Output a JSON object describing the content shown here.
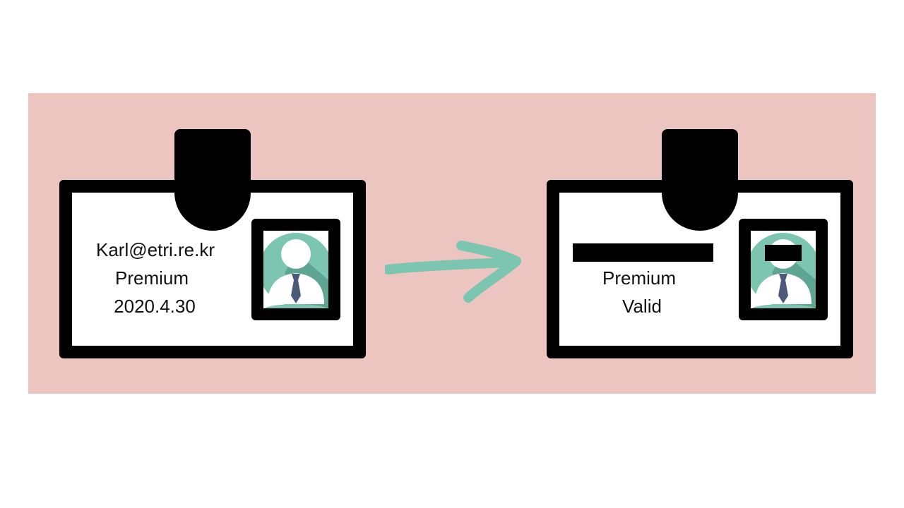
{
  "colors": {
    "panel_background": "#ecc5c1",
    "card_stroke": "#000000",
    "card_fill": "#ffffff",
    "avatar_accent": "#7cc5b1",
    "avatar_shadow": "#5fa594",
    "avatar_body": "#ffffff",
    "tie": "#4a5a78",
    "arrow": "#7cc5b1",
    "redaction": "#000000"
  },
  "original_card": {
    "email": "Karl@etri.re.kr",
    "tier": "Premium",
    "expiry": "2020.4.30",
    "photo_icon": "person-avatar-icon"
  },
  "anonymized_card": {
    "email_redacted": true,
    "tier": "Premium",
    "status": "Valid",
    "photo_icon": "person-avatar-icon",
    "face_redacted": true
  },
  "transition_icon": "arrow-right-icon"
}
